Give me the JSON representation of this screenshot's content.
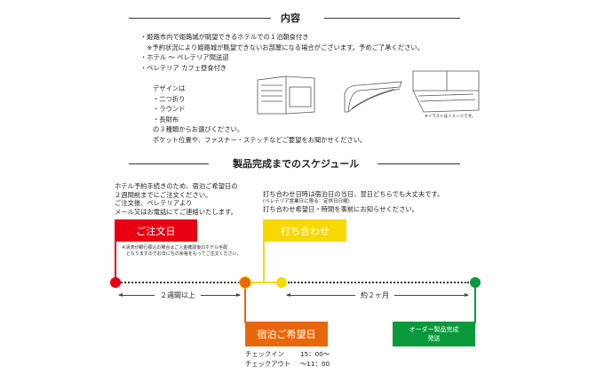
{
  "contents": {
    "heading": "内容",
    "bullets": [
      "・姫路市内で姫路城が眺望できるホテルでの１泊朝食付き",
      "　※予約状況により姫路城が眺望できないお部屋になる場合がございます。予めご了承ください。",
      "・ホテル 〜 ペレテリア間送迎",
      "・ペレテリア カフェ昼食付き"
    ],
    "design_lines": [
      "デザインは",
      "・二つ折り",
      "・ラウンド",
      "・長財布",
      "の３種類からお選びください。",
      "ポケット位置や、ファスナー・ステッチなどご要望をお聞かせください。"
    ],
    "illustration_note": "※イラストはイメージです。"
  },
  "schedule": {
    "heading": "製品完成までのスケジュール",
    "order_text": [
      "ホテル予約手続きのため、宿泊ご希望日の",
      "２週間前までにご注文ください。",
      "ご注文後、ペレテリアより",
      "メール又はお電話にてご連絡いたします。"
    ],
    "meeting_text": [
      "打ち合わせ日時は宿泊日の当日、翌日どちらでも大丈夫です。",
      "(ペレテリア営業日に限る：定休日日曜)",
      "打ち合わせ希望日・時間を事前にお知らせください。"
    ],
    "order_label": "ご注文日",
    "order_note": [
      "※決済が銀行振込の場合はご入金確認後のホテル手配",
      "　となりますのでお日にちの余裕をもってご注文ください。"
    ],
    "meeting_label": "打ち合わせ",
    "stay_label": "宿泊ご希望日",
    "checkin": {
      "label": "チェックイン",
      "value": "15：00〜"
    },
    "checkout": {
      "label": "チェックアウト",
      "value": "〜11：00"
    },
    "span1": "２週間以上",
    "span2": "約２ヶ月",
    "complete_label": [
      "オーダー製品完成",
      "発送"
    ],
    "colors": {
      "red": "#e60012",
      "yellow": "#f7d800",
      "orange": "#e8670a",
      "green": "#0a9a3c"
    }
  }
}
